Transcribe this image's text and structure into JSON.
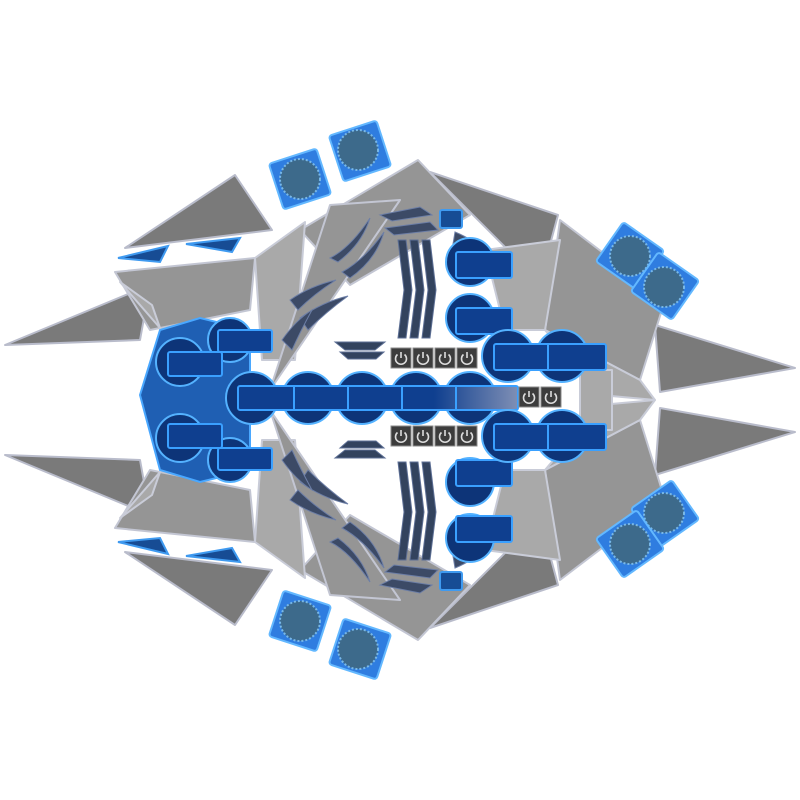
{
  "scene": {
    "background_color": "#ffffff",
    "hull_color": "#8a8a8a",
    "accent_color": "#1f5fb3",
    "glow_color": "#4aa8ff"
  },
  "ship": {
    "hull_panels": 28,
    "thrusters": 8,
    "core_modules": 6,
    "control_switches": {
      "top_row": [
        "power-switch-icon",
        "power-switch-icon",
        "power-switch-icon",
        "power-switch-icon"
      ],
      "bottom_row": [
        "power-switch-icon",
        "power-switch-icon",
        "power-switch-icon",
        "power-switch-icon"
      ],
      "nose_pair": [
        "power-switch-icon",
        "power-switch-icon"
      ]
    }
  }
}
